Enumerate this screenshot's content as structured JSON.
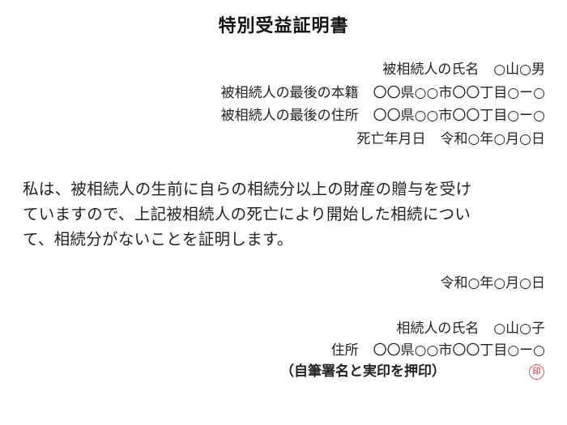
{
  "document": {
    "title": "特別受益証明書",
    "decedent": {
      "name_label": "被相続人の氏名",
      "name_value": "○山○男",
      "domicile_label": "被相続人の最後の本籍",
      "domicile_value": "〇〇県○○市〇〇丁目○ー○",
      "address_label": "被相続人の最後の住所",
      "address_value": "〇〇県○○市〇〇丁目○ー○",
      "death_date_label": "死亡年月日",
      "death_date_value": "令和○年○月○日"
    },
    "body": {
      "lines": [
        "私は、被相続人の生前に自らの相続分以上の財産の贈与を受け",
        "ていますので、上記被相続人の死亡により開始した相続につい",
        "て、相続分がないことを証明します。"
      ]
    },
    "date": "令和○年○月○日",
    "heir": {
      "name_label": "相続人の氏名",
      "name_value": "○山○子",
      "address_label": "住所",
      "address_value": "〇〇県○○市〇〇丁目○ー○"
    },
    "signature_note": "（自筆署名と実印を押印）",
    "seal": {
      "glyph": "印",
      "color": "#e05a5a"
    }
  }
}
